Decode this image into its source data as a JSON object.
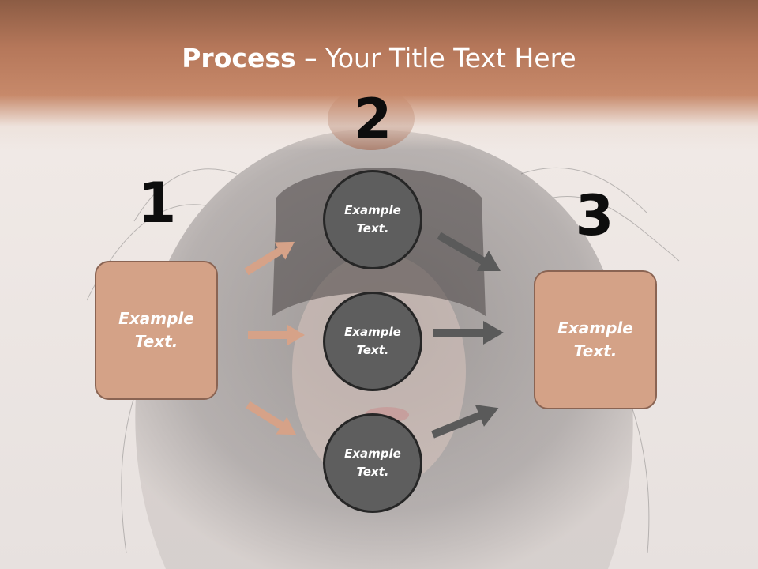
{
  "title": {
    "strong": "Process",
    "rest": " – Your Title Text Here"
  },
  "steps": [
    {
      "number": "1"
    },
    {
      "number": "2"
    },
    {
      "number": "3"
    }
  ],
  "left_box": {
    "text": "Example Text."
  },
  "right_box": {
    "text": "Example Text."
  },
  "circles": [
    {
      "text": "Example Text."
    },
    {
      "text": "Example Text."
    },
    {
      "text": "Example Text."
    }
  ],
  "colors": {
    "title_band": "#b5775a",
    "box_fill": "#d4a287",
    "box_border": "#8a6453",
    "circle_fill": "#5e5e5e",
    "circle_border": "#262626",
    "arrow_light": "#d6a288",
    "arrow_dark": "#5a5a5a",
    "number_color": "#0d0d0d"
  },
  "icons": {
    "arrow": "block-arrow-icon",
    "background": "woman-portrait-photo"
  }
}
